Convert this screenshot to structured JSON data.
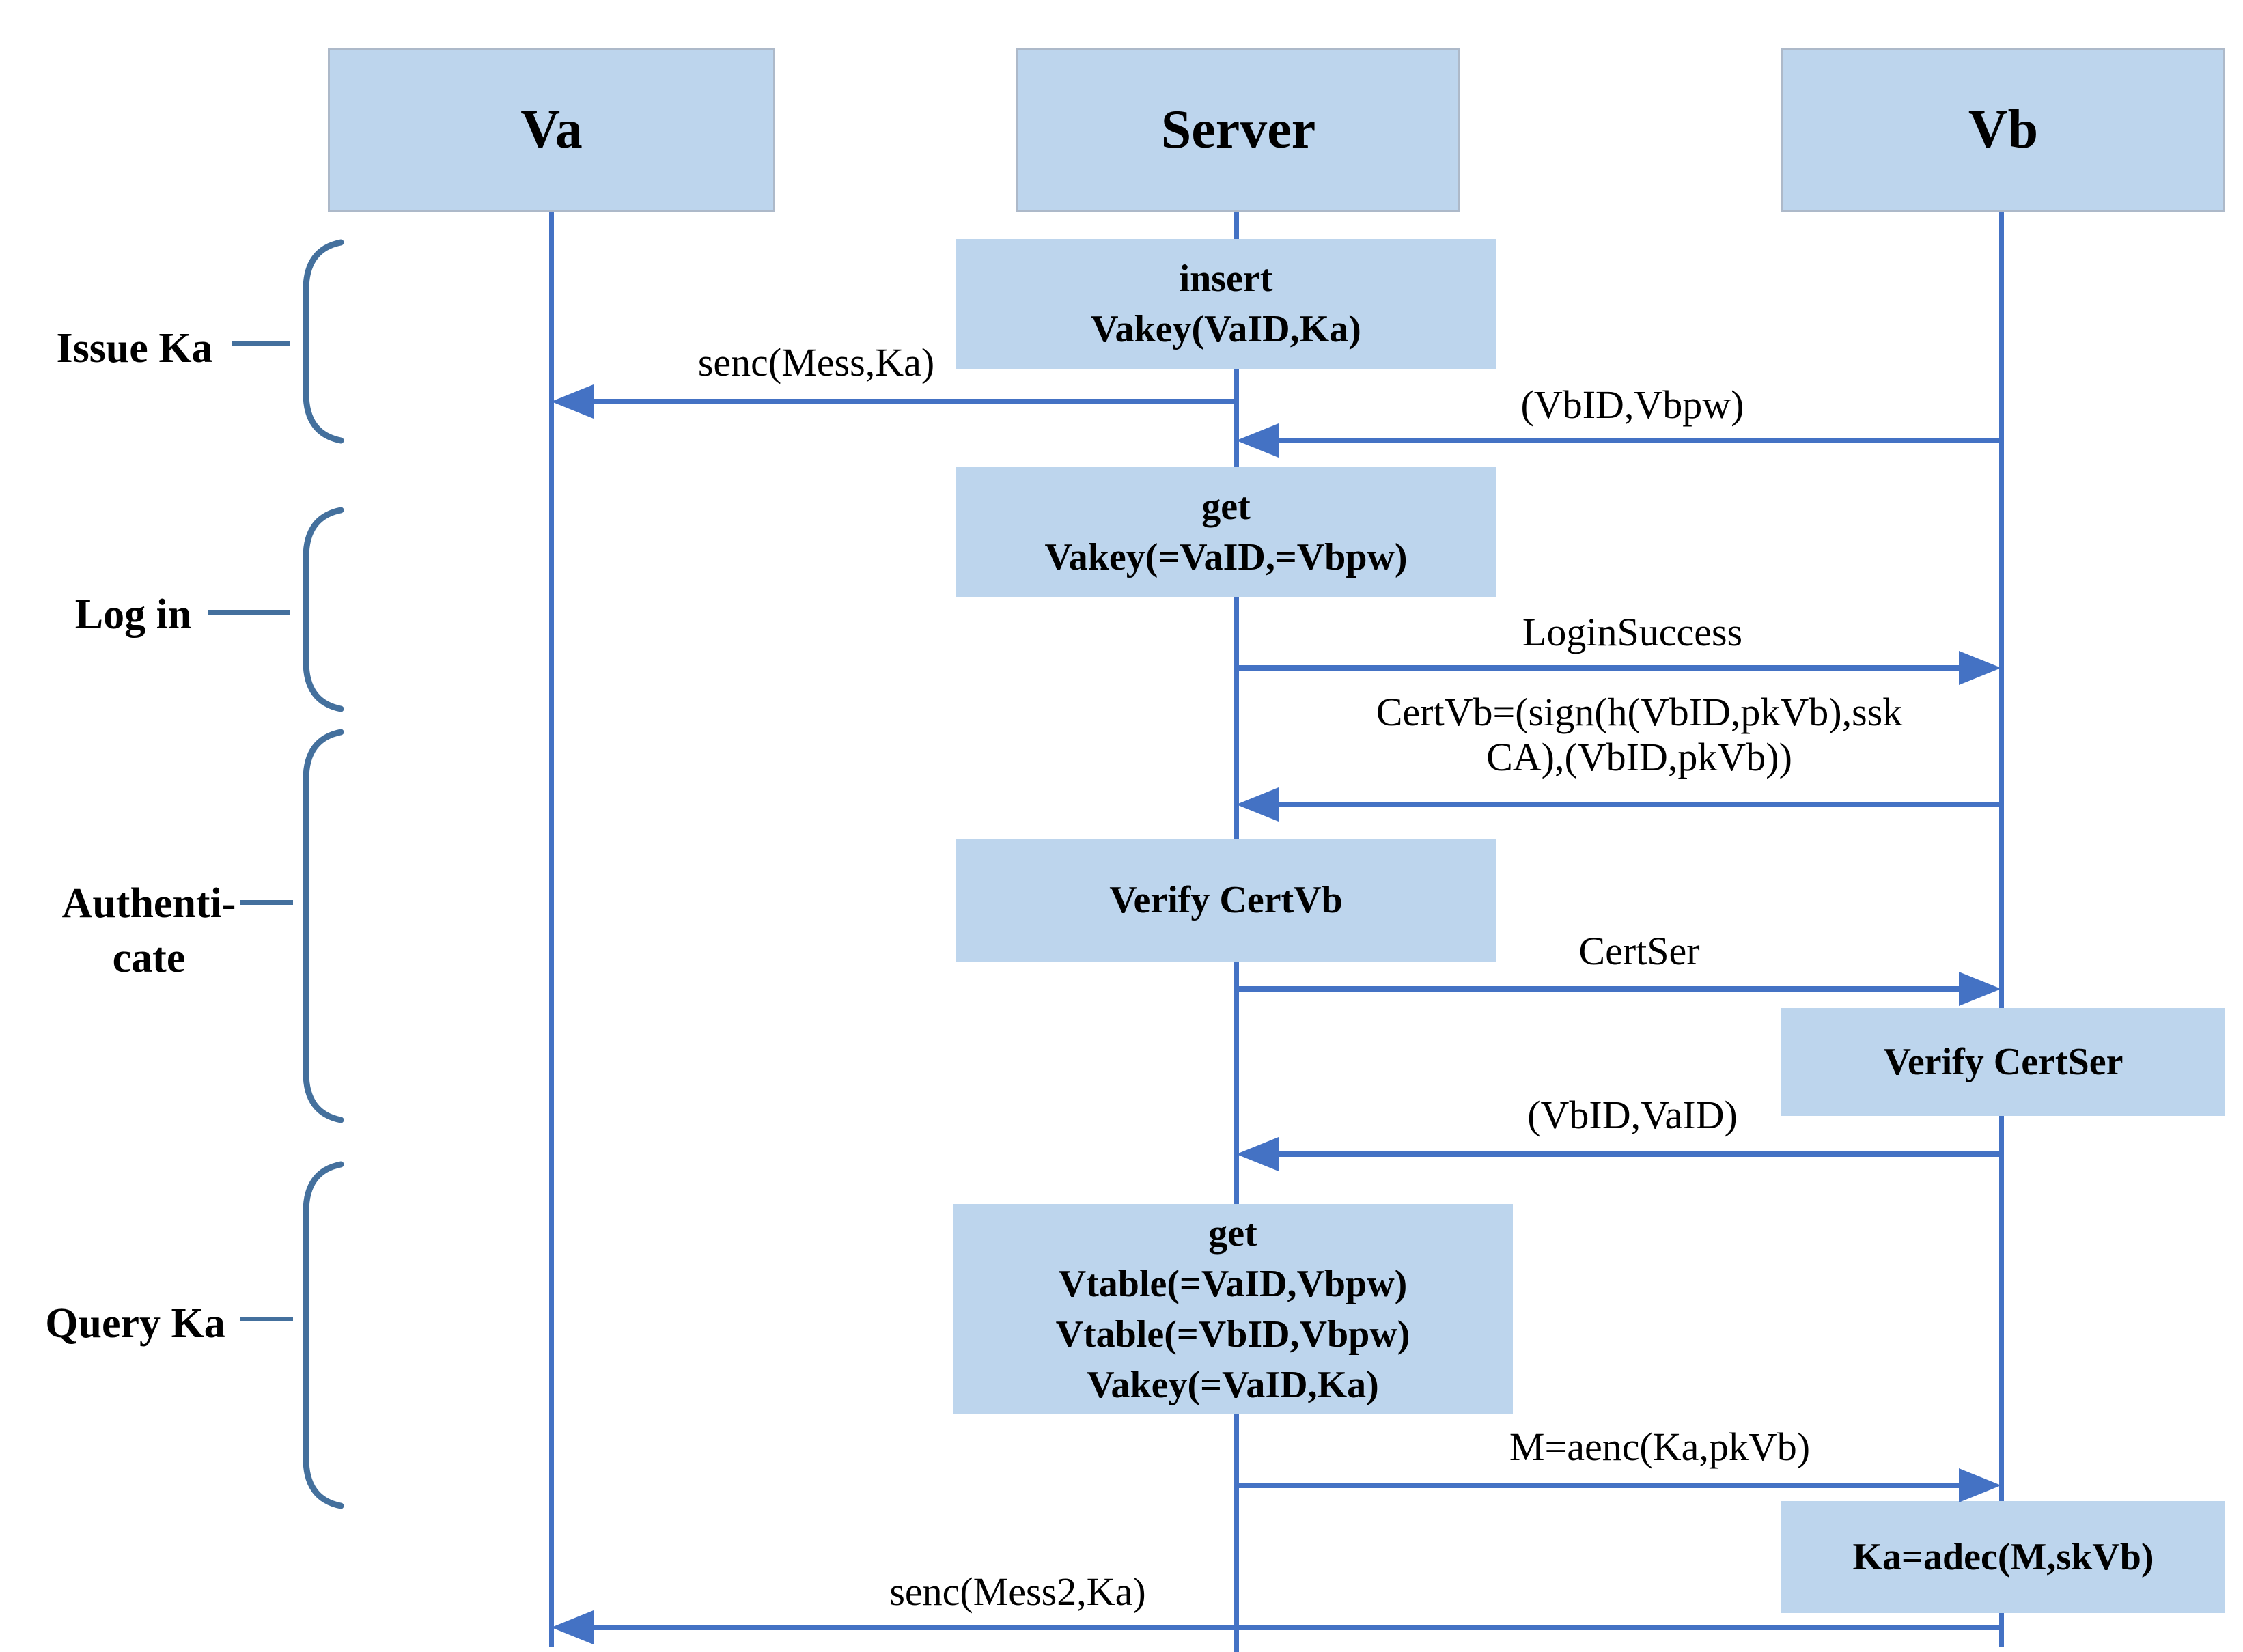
{
  "colors": {
    "arrow_blue": "#4472C4",
    "brace_blue": "#44709D",
    "box_fill": "#BDD5ED",
    "text": "#000000"
  },
  "actors": [
    {
      "label": "Va"
    },
    {
      "label": "Server"
    },
    {
      "label": "Vb"
    }
  ],
  "phases": [
    {
      "label": "Issue Ka"
    },
    {
      "label": "Log in"
    },
    {
      "label_line1": "Authenti-",
      "label_line2": "cate"
    },
    {
      "label": "Query Ka"
    }
  ],
  "activity_boxes": {
    "insert_vakey": {
      "owner": "Server",
      "lines": [
        "insert",
        "Vakey(VaID,Ka)"
      ]
    },
    "get_vakey": {
      "owner": "Server",
      "lines": [
        "get",
        "Vakey(=VaID,=Vbpw)"
      ]
    },
    "verify_certvb": {
      "owner": "Server",
      "lines": [
        "Verify CertVb"
      ]
    },
    "get_vtable": {
      "owner": "Server",
      "lines": [
        "get",
        "Vtable(=VaID,Vbpw)",
        "Vtable(=VbID,Vbpw)",
        "Vakey(=VaID,Ka)"
      ]
    },
    "verify_certser": {
      "owner": "Vb",
      "lines": [
        "Verify CertSer"
      ]
    },
    "ka_adec": {
      "owner": "Vb",
      "lines": [
        "Ka=adec(M,skVb)"
      ]
    }
  },
  "messages": {
    "senc_mess": {
      "label": "senc(Mess,Ka)",
      "from": "Server",
      "to": "Va"
    },
    "vbid_vbpw": {
      "label": "(VbID,Vbpw)",
      "from": "Vb",
      "to": "Server"
    },
    "login_success": {
      "label": "LoginSuccess",
      "from": "Server",
      "to": "Vb"
    },
    "certvb": {
      "label_line1": "CertVb=(sign(h(VbID,pkVb),ssk",
      "label_line2": "CA),(VbID,pkVb))",
      "from": "Vb",
      "to": "Server"
    },
    "certser": {
      "label": "CertSer",
      "from": "Server",
      "to": "Vb"
    },
    "vbid_vaid": {
      "label": "(VbID,VaID)",
      "from": "Vb",
      "to": "Server"
    },
    "m_aenc": {
      "label": "M=aenc(Ka,pkVb)",
      "from": "Server",
      "to": "Vb"
    },
    "senc_mess2": {
      "label": "senc(Mess2,Ka)",
      "from": "Vb",
      "to": "Va"
    }
  }
}
